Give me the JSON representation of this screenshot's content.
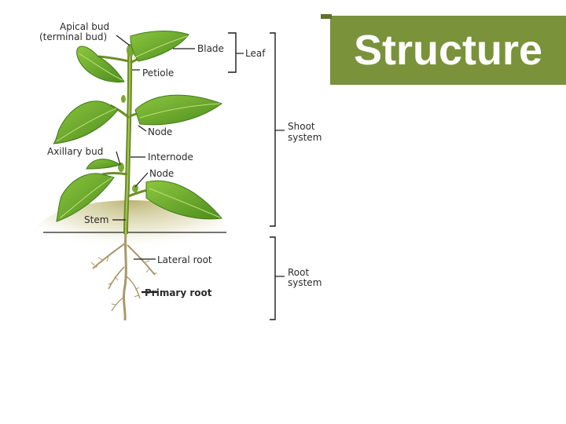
{
  "slide": {
    "title": "Structure",
    "title_bg_color": "#7a923a"
  },
  "diagram": {
    "labels": {
      "apical_bud_line1": "Apical bud",
      "apical_bud_line2": "(terminal bud)",
      "blade": "Blade",
      "leaf": "Leaf",
      "petiole": "Petiole",
      "node_upper": "Node",
      "shoot_line1": "Shoot",
      "shoot_line2": "system",
      "axillary_bud": "Axillary bud",
      "internode": "Internode",
      "node_lower": "Node",
      "stem": "Stem",
      "lateral_root": "Lateral root",
      "root_line1": "Root",
      "root_line2": "system",
      "primary_root": "Primary root"
    },
    "colors": {
      "leaf": "#6aa62a",
      "leaf_dark": "#3f7a17",
      "stem": "#6c8d25",
      "soil": "#c8c48a",
      "root": "#c9b98a"
    }
  }
}
